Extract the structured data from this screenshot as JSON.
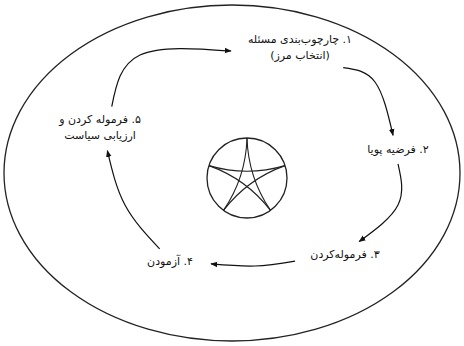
{
  "diagram": {
    "nodes": [
      {
        "text": [
          "۱. چارچوب‌بندی مسئله (انتخاب مرز)"
        ]
      },
      {
        "text": [
          "۲. فرضیه پویا"
        ]
      },
      {
        "text": [
          "۳. فرموله‌کردن"
        ]
      },
      {
        "text": [
          "۴. آزمودن"
        ]
      },
      {
        "text": [
          "۵. فرموله کردن و ارزیابی سیاست"
        ]
      }
    ],
    "edges": [
      {
        "from": 0,
        "to": 1,
        "arrow": "to"
      },
      {
        "from": 1,
        "to": 2,
        "arrow": "to"
      },
      {
        "from": 2,
        "to": 3,
        "arrow": "to"
      },
      {
        "from": 3,
        "to": 4,
        "arrow": "to"
      },
      {
        "from": 4,
        "to": 0,
        "arrow": "to"
      }
    ]
  }
}
